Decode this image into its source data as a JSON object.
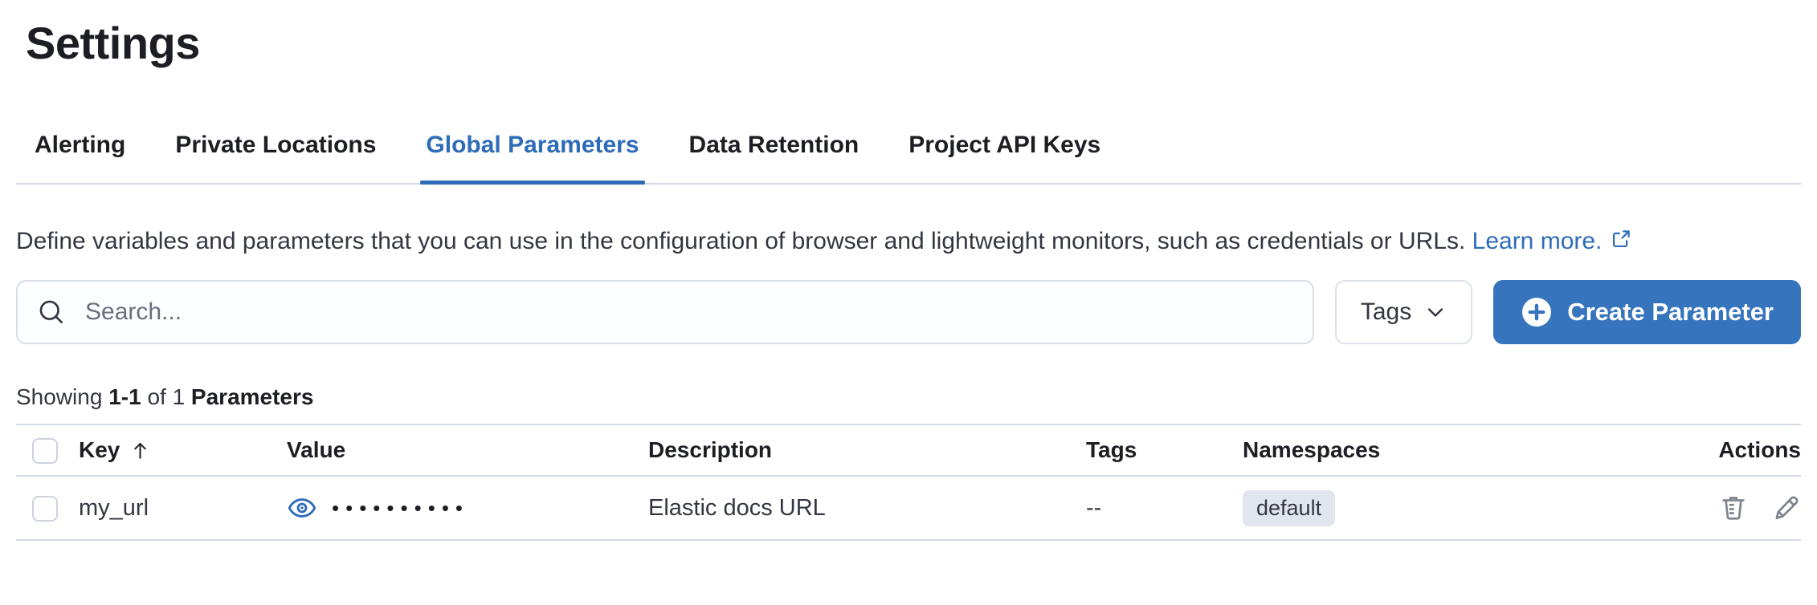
{
  "page": {
    "title": "Settings"
  },
  "tabs": [
    {
      "label": "Alerting"
    },
    {
      "label": "Private Locations"
    },
    {
      "label": "Global Parameters"
    },
    {
      "label": "Data Retention"
    },
    {
      "label": "Project API Keys"
    }
  ],
  "active_tab": "Global Parameters",
  "description": {
    "text": "Define variables and parameters that you can use in the configuration of browser and lightweight monitors, such as credentials or URLs.",
    "link_label": "Learn more."
  },
  "toolbar": {
    "search_placeholder": "Search...",
    "tags_button_label": "Tags",
    "create_button_label": "Create Parameter"
  },
  "summary": {
    "showing": "Showing",
    "range": "1-1",
    "of": "of 1",
    "entity": "Parameters"
  },
  "table": {
    "columns": [
      "Key",
      "Value",
      "Description",
      "Tags",
      "Namespaces",
      "Actions"
    ],
    "sort": {
      "column": "Key",
      "direction": "ascending"
    },
    "rows": [
      {
        "key": "my_url",
        "value_masked": "••••••••••",
        "description": "Elastic docs URL",
        "tags": "--",
        "namespace": "default"
      }
    ]
  },
  "colors": {
    "accent_button": "#3674bd",
    "accent_link": "#2e6cb8",
    "border": "#d3dae6",
    "badge_bg": "#e0e5ee",
    "text": "#343741",
    "subdued_text": "#69707d"
  }
}
